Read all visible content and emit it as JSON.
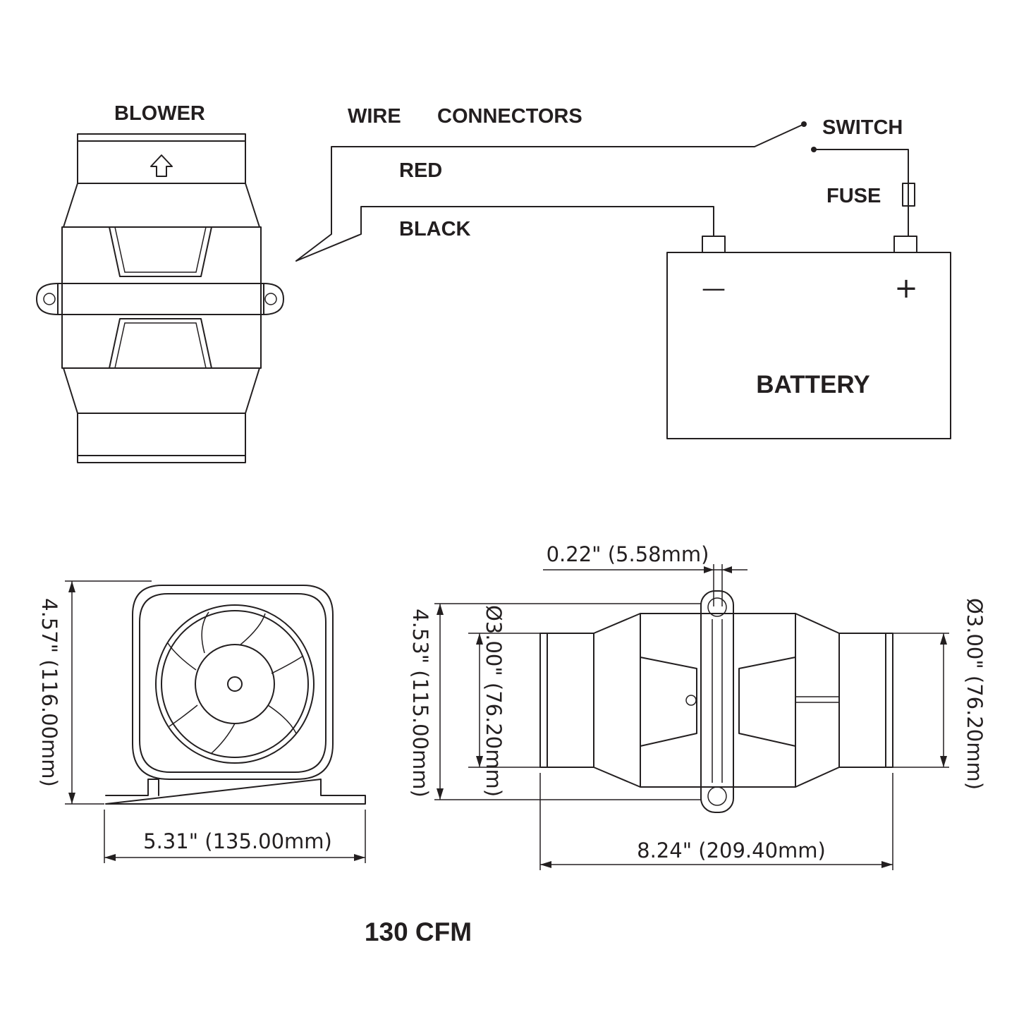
{
  "wiring": {
    "blower_label": "BLOWER",
    "wire_label": "WIRE",
    "connectors_label": "CONNECTORS",
    "switch_label": "SWITCH",
    "red_label": "RED",
    "black_label": "BLACK",
    "fuse_label": "FUSE",
    "battery_label": "BATTERY",
    "minus_symbol": "—",
    "plus_symbol": "+"
  },
  "dimensions": {
    "front_height": "4.57\" (116.00mm)",
    "front_width": "5.31\" (135.00mm)",
    "side_flange": "0.22\" (5.58mm)",
    "side_height": "4.53\" (115.00mm)",
    "side_diameter_left": "Ø3.00\" (76.20mm)",
    "side_diameter_right": "Ø3.00\" (76.20mm)",
    "side_length": "8.24\" (209.40mm)"
  },
  "rating": "130 CFM",
  "colors": {
    "ink": "#231f20",
    "background": "#ffffff"
  }
}
